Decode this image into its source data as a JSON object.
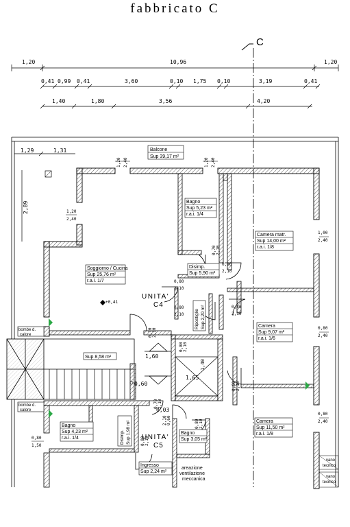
{
  "title": "fabbricato C",
  "section_mark": "C",
  "dims": {
    "row1": [
      "1,20",
      "10,96",
      "1,20"
    ],
    "row2": [
      "0,41",
      "0,99",
      "0,41",
      "3,60",
      "0,10",
      "1,75",
      "0,10",
      "3,19",
      "0,41"
    ],
    "row3": [
      "1,40",
      "1,80",
      "3,56",
      "4,20"
    ],
    "top_left": [
      "1,29",
      "1,31"
    ],
    "left_vertical": "2,89",
    "center_1": "1,60",
    "center_2": "1,65",
    "center_3": "0,60",
    "center_4": "1,40",
    "center_5": "0,03"
  },
  "rooms": {
    "balcone": {
      "name": "Balcone",
      "sup": "Sup  39,17 m²"
    },
    "bagno1": {
      "name": "Bagno",
      "sup": "Sup  5,23 m²",
      "ra": "r.a.i.  1/4"
    },
    "camera_matr": {
      "name": "Camera matr.",
      "sup": "Sup  14,00 m²",
      "ra": "r.a.i.  1/8"
    },
    "soggiorno": {
      "name": "Soggiorno / Cucina",
      "sup": "Sup  25,76 m²",
      "ra": "r.a.i.  1/7"
    },
    "disimp1": {
      "name": "Disimp.",
      "sup": "Sup  5,90 m²"
    },
    "ripostiglio": {
      "name": "Ripostiglio",
      "sup": "Sup  2,20 m²"
    },
    "camera2": {
      "name": "Camera",
      "sup": "Sup  9,07 m²",
      "ra": "r.a.i.  1/6"
    },
    "vano_scala": {
      "sup": "Sup  8,58 m²"
    },
    "camera3": {
      "name": "Camera",
      "sup": "Sup  11,50 m²",
      "ra": "r.a.i.  1/8"
    },
    "bagno2": {
      "name": "Bagno",
      "sup": "Sup  4,23 m²",
      "ra": "r.a.i.  1/4"
    },
    "disimp2": {
      "name": "Disimp.",
      "sup": "Sup 1,98 m²"
    },
    "bagno3": {
      "name": "Bagno",
      "sup": "Sup  3,05 m²"
    },
    "ingresso": {
      "name": "Ingresso",
      "sup": "Sup  2,24 m²"
    }
  },
  "units": {
    "c4": {
      "label": "UNITA'",
      "code": "C4"
    },
    "c5": {
      "label": "UNITA'",
      "code": "C5"
    }
  },
  "window_tags": {
    "w1": [
      "1,20",
      "2,40"
    ],
    "w2": [
      "1,20",
      "2,40"
    ],
    "w3": [
      "1,20",
      "2,40"
    ],
    "w4": [
      "0,80",
      "2,40"
    ],
    "w5": [
      "1,00",
      "2,40"
    ],
    "w6": [
      "0,80",
      "2,40"
    ],
    "w7": [
      "0,80",
      "2,40"
    ],
    "w8": [
      "0,80",
      "1,50"
    ]
  },
  "door_tags": {
    "d1": [
      "0,70",
      "2,10"
    ],
    "d2": [
      "0,80",
      "2,10"
    ],
    "d3": [
      "0,80",
      "2,10"
    ],
    "d4": [
      "0,80",
      "2,10"
    ],
    "d5": [
      "0,80",
      "2,10"
    ],
    "d6": [
      "0,70",
      "2,10"
    ],
    "d7": [
      "0,80",
      "2,10"
    ],
    "d8": [
      "0,60",
      "2,10"
    ],
    "d9": [
      "0,70",
      "2,10"
    ],
    "d10": [
      "0,80",
      "2,10"
    ],
    "d11": [
      "0,60",
      "2,10"
    ],
    "d12": [
      "0,80",
      "2,10"
    ]
  },
  "labels": {
    "caldaia_label": "bombe d.",
    "caldaia_sub": "calore",
    "caldaia2_label": "bombe d.",
    "caldaia2_sub": "calore",
    "elevation": "+0,41",
    "aerazione": [
      "areazione",
      "ventilazione",
      "meccanica"
    ],
    "vano_tecnico_1": [
      "vano",
      "tecnico"
    ],
    "vano_tecnico_2": [
      "vano",
      "tecnico"
    ]
  }
}
